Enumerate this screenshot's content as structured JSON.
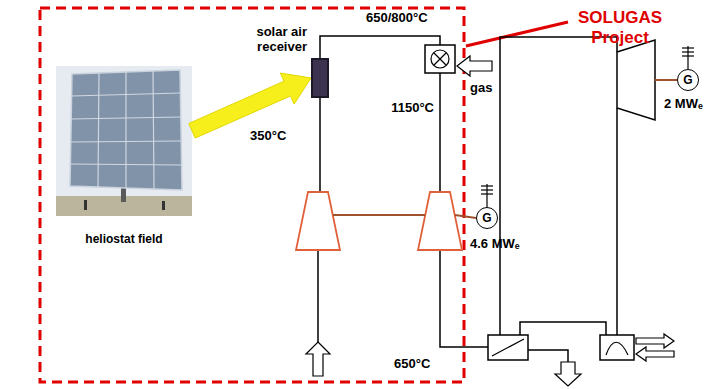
{
  "diagram": {
    "nodes": [
      {
        "text": [
          "heliostat field"
        ]
      },
      {
        "text": [
          "solar air receiver"
        ]
      },
      {
        "text": [
          "G"
        ]
      },
      {
        "text": [
          "G"
        ]
      }
    ],
    "edges": [
      {
        "from": 0,
        "to": 1,
        "arrow": "to"
      }
    ],
    "labels": [
      "SOLUGAS Project",
      "650/800°C",
      "gas",
      "1150°C",
      "350°C",
      "4.6 MWₑ",
      "650°C",
      "2 MWₑ"
    ]
  }
}
